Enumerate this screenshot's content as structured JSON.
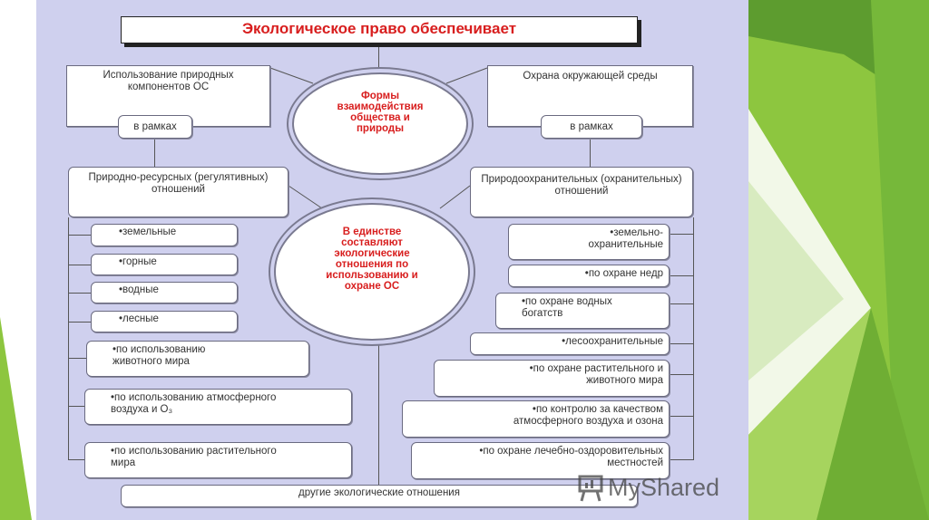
{
  "title": "Экологическое право обеспечивает",
  "top_left": "Использование природных компонентов ОС",
  "top_right": "Охрана окружающей среды",
  "within_left": "в рамках",
  "within_right": "в рамках",
  "ellipse_top": "Формы взаимодействия общества и природы",
  "ellipse_bottom": "В единстве составляют экологические отношения по использованию и охране ОС",
  "mid_left": "Природно-ресурсных (регулятивных) отношений",
  "mid_right": "Природоохранительных (охранительных) отношений",
  "left_items": [
    "•земельные",
    "•горные",
    "•водные",
    "•лесные",
    "•по использованию животного мира",
    "•по использованию атмосферного воздуха и О₃",
    "•по использованию растительного мира"
  ],
  "right_items": [
    "•земельно-охранительные",
    "•по охране недр",
    "•по охране водных богатств",
    "•лесоохранительные",
    "•по охране растительного и животного мира",
    "•по контролю за качеством атмосферного воздуха и озона",
    "•по охране лечебно-оздоровительных местностей"
  ],
  "bottom": "другие экологические отношения",
  "watermark": "MyShared"
}
